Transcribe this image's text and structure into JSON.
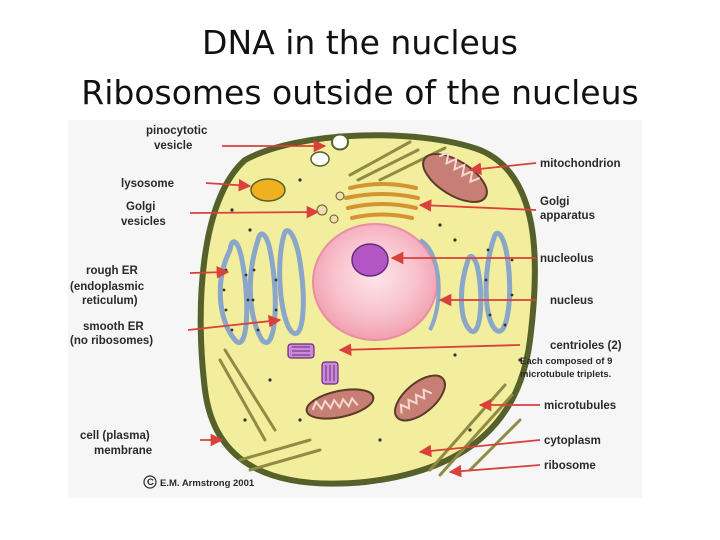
{
  "title": {
    "line1": "DNA in the nucleus",
    "line2": "Ribosomes outside of the nucleus"
  },
  "diagram": {
    "colors": {
      "cytoplasm": "#f2ee9e",
      "membrane": "#55602a",
      "nucleus": "#f7b7c4",
      "nucleolus": "#b256c6",
      "mitochondrion": "#c77f75",
      "golgi": "#d59430",
      "lysosome": "#f0b020",
      "er": "#8aa6c8",
      "arrow": "#d9413a",
      "microtubule": "#8f8a44"
    },
    "labels_left": {
      "pinocytotic_1": "pinocytotic",
      "pinocytotic_2": "vesicle",
      "lysosome": "lysosome",
      "golgi_vesicles_1": "Golgi",
      "golgi_vesicles_2": "vesicles",
      "rough_er_1": "rough ER",
      "rough_er_2": "(endoplasmic",
      "rough_er_3": "reticulum)",
      "smooth_er_1": "smooth ER",
      "smooth_er_2": "(no ribosomes)",
      "cell_membrane_1": "cell (plasma)",
      "cell_membrane_2": "membrane"
    },
    "labels_right": {
      "mitochondrion": "mitochondrion",
      "golgi_apparatus_1": "Golgi",
      "golgi_apparatus_2": "apparatus",
      "nucleolus": "nucleolus",
      "nucleus": "nucleus",
      "centrioles": "centrioles (2)",
      "centrioles_note_1": "Each composed of 9",
      "centrioles_note_2": "microtubule triplets.",
      "microtubules": "microtubules",
      "cytoplasm": "cytoplasm",
      "ribosome": "ribosome"
    },
    "copyright": "E.M. Armstrong 2001",
    "copyright_symbol": "C"
  }
}
